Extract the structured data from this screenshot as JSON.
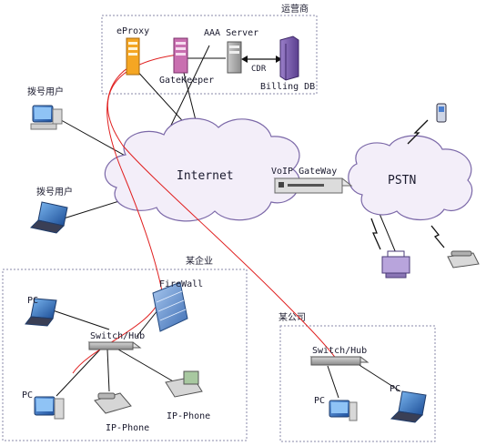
{
  "regions": {
    "operator": "运营商",
    "enterprise": "某企业",
    "company": "某公司"
  },
  "clouds": {
    "internet": "Internet",
    "pstn": "PSTN"
  },
  "operator_nodes": {
    "eproxy": "eProxy",
    "aaa_server": "AAA Server",
    "gatekeeper": "GateKeeper",
    "cdr": "CDR",
    "billing_db": "Billing DB"
  },
  "dialup": {
    "user_1": "拨号用户",
    "user_2": "拨号用户"
  },
  "voip_gateway": "VoIP GateWay",
  "enterprise_nodes": {
    "firewall": "FireWall",
    "switch_hub": "Switch/Hub",
    "pc_1": "PC",
    "pc_2": "PC",
    "ip_phone_1": "IP-Phone",
    "ip_phone_2": "IP-Phone"
  },
  "company_nodes": {
    "switch_hub": "Switch/Hub",
    "pc_1": "PC",
    "pc_2": "PC"
  },
  "colors": {
    "cloud_fill": "#f3eef9",
    "cloud_stroke": "#7b68a8",
    "signal_line": "#e02020",
    "link_line": "#111111",
    "region_border": "#8888aa"
  }
}
